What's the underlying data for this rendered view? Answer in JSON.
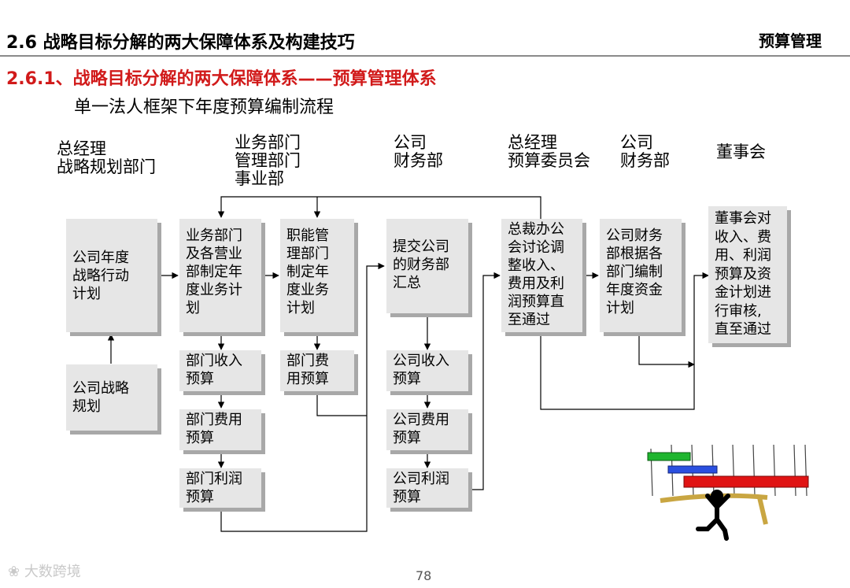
{
  "header": {
    "title": "2.6  战略目标分解的两大保障体系及构建技巧",
    "tag": "预算管理"
  },
  "subtitle": "2.6.1、战略目标分解的两大保障体系——预算管理体系",
  "chart_title": "单一法人框架下年度预算编制流程",
  "columns": [
    {
      "lines": [
        "总经理",
        "战略规划部门"
      ]
    },
    {
      "lines": [
        "业务部门",
        "管理部门",
        "事业部"
      ]
    },
    {
      "lines": [
        "公司",
        "财务部"
      ]
    },
    {
      "lines": [
        "总经理",
        "预算委员会"
      ]
    },
    {
      "lines": [
        "公司",
        "财务部"
      ]
    },
    {
      "lines": [
        "董事会"
      ]
    }
  ],
  "boxes": {
    "strategy_plan": [
      "公司年度",
      "战略行动",
      "计划"
    ],
    "strategic_planning": [
      "公司战略",
      "规划"
    ],
    "business_plan": [
      "业务部门",
      "及各营业",
      "部制定年",
      "度业务计",
      "划"
    ],
    "dept_revenue": [
      "部门收入",
      "预算"
    ],
    "dept_expense": [
      "部门费用",
      "预算"
    ],
    "dept_profit": [
      "部门利润",
      "预算"
    ],
    "functional_plan": [
      "职能管",
      "理部门",
      "制定年",
      "度业务",
      "计划"
    ],
    "func_expense": [
      "部门费",
      "用预算"
    ],
    "finance_summary": [
      "提交公司",
      "的财务部",
      "汇总"
    ],
    "co_revenue": [
      "公司收入",
      "预算"
    ],
    "co_expense": [
      "公司费用",
      "预算"
    ],
    "co_profit": [
      "公司利润",
      "预算"
    ],
    "ceo_review": [
      "总裁办公",
      "会讨论调",
      "整收入、",
      "费用及利",
      "润预算直",
      "至通过"
    ],
    "finance_capital": [
      "公司财务",
      "部根据各",
      "部门编制",
      "年度资金",
      "计划"
    ],
    "board_review": [
      "董事会对",
      "收入、费",
      "用、利润",
      "预算及资",
      "金计划进",
      "行审核,",
      "直至通过"
    ]
  },
  "page_number": "78",
  "watermark": "大数跨境",
  "colors": {
    "subtitle": "#d11a1a",
    "box_fill": "#e6e6e6",
    "box_shadow": "#a8a8a8"
  }
}
